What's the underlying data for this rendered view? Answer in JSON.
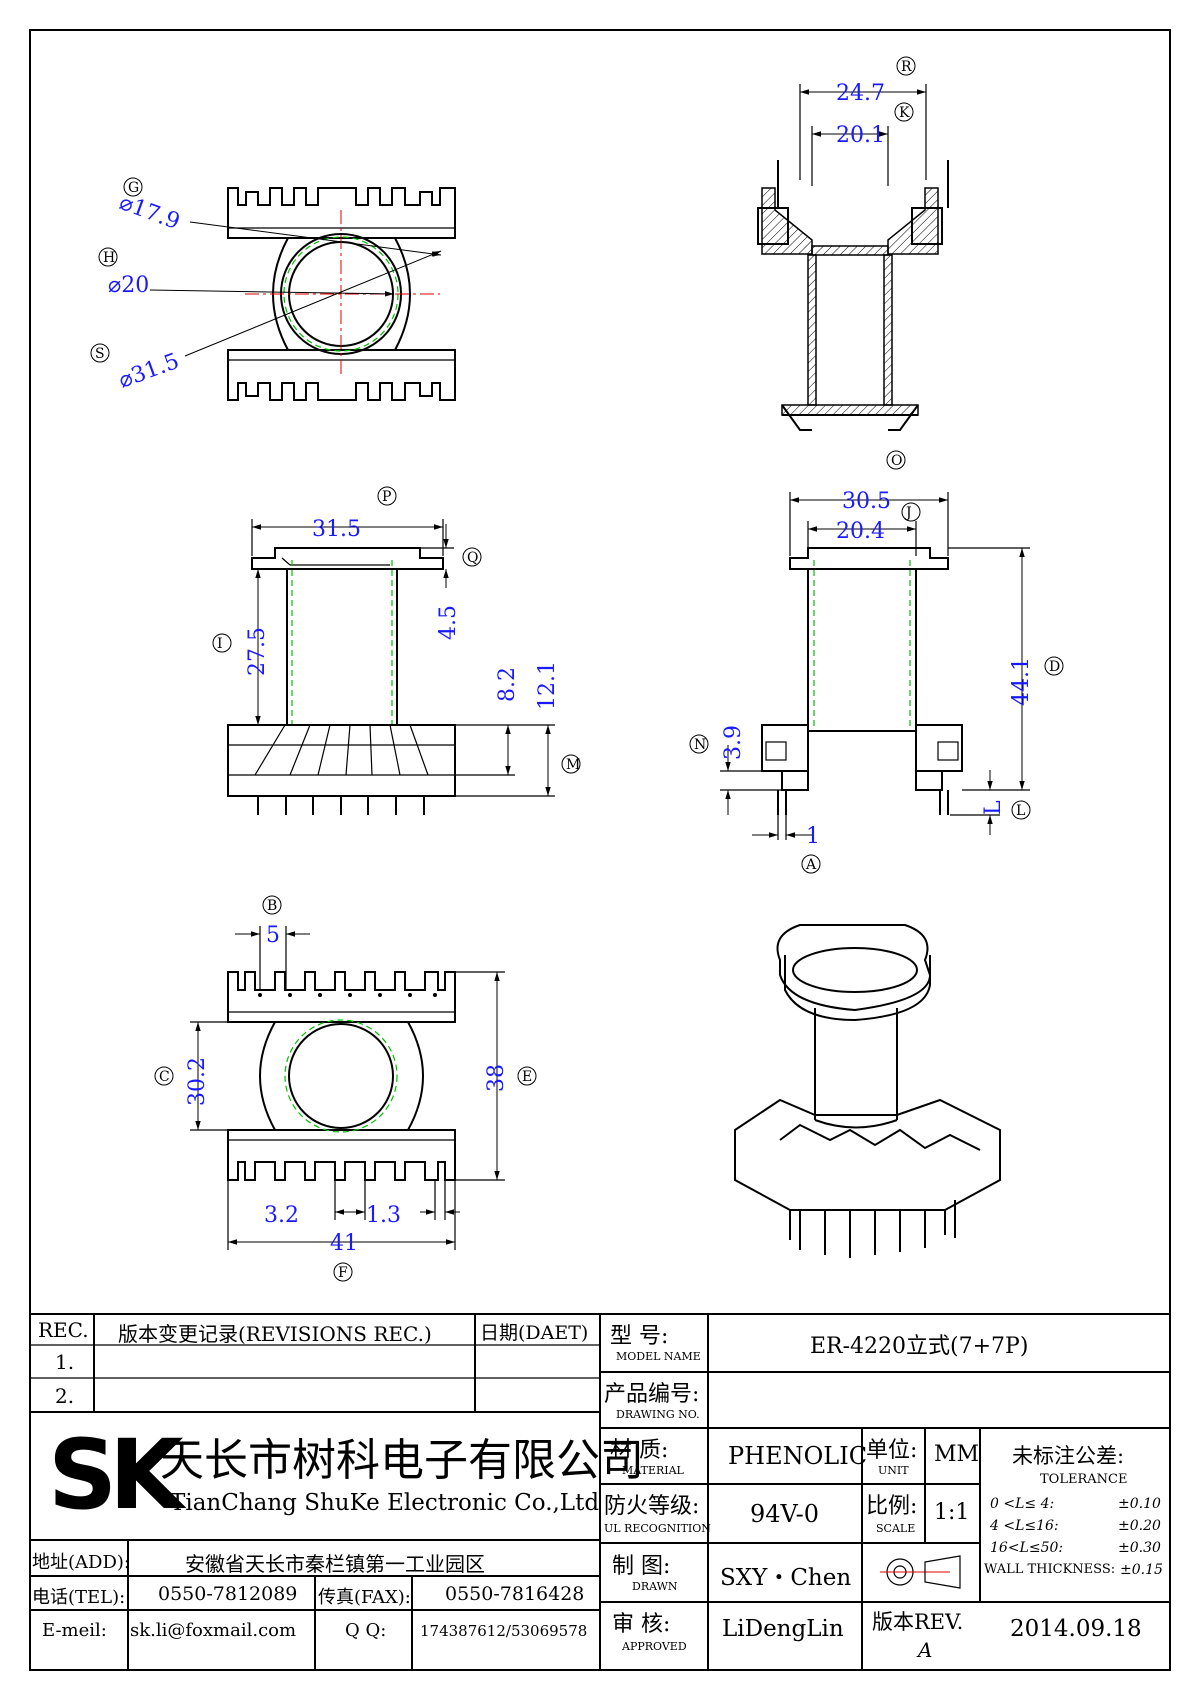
{
  "top_view": {
    "dims": [
      {
        "label": "G",
        "value": "⌀17.9"
      },
      {
        "label": "H",
        "value": "⌀20"
      },
      {
        "label": "S",
        "value": "⌀31.5"
      }
    ]
  },
  "side_section": {
    "dims": [
      {
        "label": "R",
        "value": "24.7"
      },
      {
        "label": "K",
        "value": "20.1"
      }
    ]
  },
  "front_view": {
    "dims": [
      {
        "label": "P",
        "value": "31.5"
      },
      {
        "label": "Q",
        "value": "4.5"
      },
      {
        "label": "I",
        "value": "27.5"
      },
      {
        "label": "",
        "value": "8.2"
      },
      {
        "label": "",
        "value": "12.1"
      },
      {
        "label": "M",
        "value": ""
      }
    ]
  },
  "side_view": {
    "dims": [
      {
        "label": "O",
        "value": "30.5"
      },
      {
        "label": "J",
        "value": "20.4"
      },
      {
        "label": "D",
        "value": "44.1"
      },
      {
        "label": "N",
        "value": "3.9"
      },
      {
        "label": "L",
        "value": "L"
      },
      {
        "label": "A",
        "value": "1"
      }
    ]
  },
  "bottom_view": {
    "dims": [
      {
        "label": "B",
        "value": "5"
      },
      {
        "label": "C",
        "value": "30.2"
      },
      {
        "label": "E",
        "value": "38"
      },
      {
        "label": "",
        "value": "3.2"
      },
      {
        "label": "",
        "value": "1.3"
      },
      {
        "label": "F",
        "value": "41"
      }
    ]
  },
  "title_block": {
    "rev_header": "REC.",
    "rev_title": "版本变更记录(REVISIONS REC.)",
    "date_header": "日期(DAET)",
    "rev_rows": [
      "1.",
      "2."
    ],
    "company_cn": "天长市树科电子有限公司",
    "company_en": "TianChang ShuKe Electronic Co.,Ltd",
    "logo": "SK",
    "addr_label": "地址(ADD):",
    "addr": "安徽省天长市秦栏镇第一工业园区",
    "tel_label": "电话(TEL):",
    "tel": "0550-7812089",
    "fax_label": "传真(FAX):",
    "fax": "0550-7816428",
    "email_label": "E-meil:",
    "email": "sk.li@foxmail.com",
    "qq_label": "Q Q:",
    "qq": "174387612/53069578",
    "model_cn": "型  号:",
    "model_en": "MODEL NAME",
    "model_value": "ER-4220立式(7+7P)",
    "drawing_cn": "产品编号:",
    "drawing_en": "DRAWING NO.",
    "drawing_value": "",
    "material_cn": "材  质:",
    "material_en": "MATERIAL",
    "material_value": "PHENOLIC",
    "unit_cn": "单位:",
    "unit_en": "UNIT",
    "unit_value": "MM",
    "ul_cn": "防火等级:",
    "ul_en": "UL RECOGNITION",
    "ul_value": "94V-0",
    "scale_cn": "比例:",
    "scale_en": "SCALE",
    "scale_value": "1:1",
    "drawn_cn": "制  图:",
    "drawn_en": "DRAWN",
    "drawn_value": "SXY・Chen",
    "approved_cn": "审  核:",
    "approved_en": "APPROVED",
    "approved_value": "LiDengLin",
    "rev_cn": "版本REV.",
    "rev_value": "A",
    "date_value": "2014.09.18",
    "tol_cn": "未标注公差:",
    "tol_en": "TOLERANCE",
    "tolerances": [
      {
        "range": "0 <L≤ 4:",
        "value": "±0.10"
      },
      {
        "range": "4 <L≤16:",
        "value": "±0.20"
      },
      {
        "range": "16<L≤50:",
        "value": "±0.30"
      },
      {
        "range": "WALL THICKNESS:",
        "value": "±0.15"
      }
    ]
  }
}
